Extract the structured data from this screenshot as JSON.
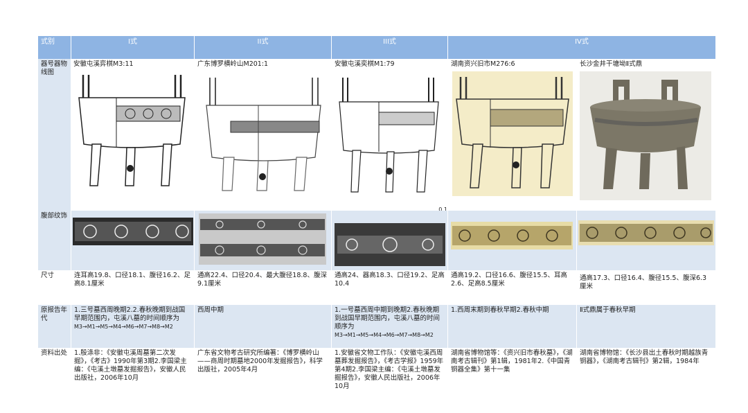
{
  "header": {
    "label": "式别",
    "types": [
      "I式",
      "II式",
      "III式",
      "IV式"
    ]
  },
  "rows": {
    "code_label": "器号器物线图",
    "codes": [
      "安徽屯溪弈棋M3:11",
      "广东博罗横岭山M201:1",
      "安徽屯溪奕棋M1:79",
      "湖南资兴旧市M276:6",
      "长沙金井干塘坳Ⅱ式鼎"
    ],
    "ornament_label": "腹部纹饰",
    "size_label": "尺寸",
    "sizes": [
      "连耳高19.8、口径18.1、腹径16.2、足高8.1厘米",
      "通高22.4、口径20.4、最大腹径18.8、腹深9.1厘米",
      "通高24、器高18.3、口径19.2、足高10.4",
      "通高19.2、口径16.6、腹径15.5、耳高2.6、足高8.5厘米",
      "通高17.3、口径16.4、腹径15.5、腹深6.3厘米"
    ],
    "date_label": "原报告年代",
    "dates": [
      "1.三号墓西周晚期2.2.春秋晚期到战国早期范围内，屯溪八墓的时间顺序为",
      "西周中期",
      "1.一号墓西周中期到晚期2.春秋晚期到战国早期范围内，屯溪八墓的时间顺序为",
      "1.西周末期到春秋早期2.春秋中期",
      "Ⅱ式鼎属于春秋早期"
    ],
    "date_seqs": [
      "M3→M1→M5→M4→M6→M7→M8→M2",
      "",
      "M3→M1→M5→M4→M6→M7→M8→M2",
      "",
      ""
    ],
    "source_label": "资料出处",
    "sources": [
      "1.殷涤非：《安徽屯溪周墓第二次发掘》，《考古》1990年第3期2.李国梁主编：《屯溪土墩墓发掘报告》，安徽人民出版社，2006年10月",
      "广东省文物考古研究所编著：《博罗横岭山——商周时期墓地2000年发掘报告》，科学出版社，2005年4月",
      "1.安徽省文物工作队：《安徽屯溪西周墓葬发掘报告》，《考古学报》1959年第4期2.李国梁主编：《屯溪土墩墓发掘报告》，安徽人民出版社，2006年10月",
      "湖南省博物馆等：《资兴旧市春秋墓》，《湖南考古辑刊》第1辑，1981年2.《中国青铜器全集》第十一集",
      "湖南省博物馆：《长沙县出土春秋时期越族青铜器》，《湖南考古辑刊》第2辑，1984年"
    ],
    "scale_mark": "0 1"
  },
  "colors": {
    "header": "#8eb4e3",
    "shade": "#dce6f2",
    "line_drawing_bg": "#ffffff",
    "photo_bg": "#f4ecc8",
    "bronze": "#6f6a5c"
  }
}
